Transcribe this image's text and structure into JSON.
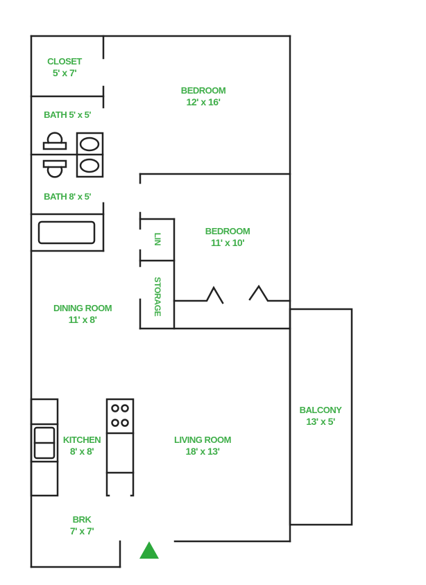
{
  "floorplan": {
    "accent_color": "#3fae49",
    "wall_color": "#222222",
    "rooms": [
      {
        "id": "closet",
        "name": "CLOSET",
        "dims": "5' x 7'"
      },
      {
        "id": "bedroom1",
        "name": "BEDROOM",
        "dims": "12' x 16'"
      },
      {
        "id": "bath1",
        "name": "BATH 5' x 5'"
      },
      {
        "id": "bath2",
        "name": "BATH 8' x 5'"
      },
      {
        "id": "bedroom2",
        "name": "BEDROOM",
        "dims": "11' x 10'"
      },
      {
        "id": "linen",
        "name": "LIN"
      },
      {
        "id": "storage",
        "name": "STORAGE"
      },
      {
        "id": "dining",
        "name": "DINING ROOM",
        "dims": "11' x 8'"
      },
      {
        "id": "balcony",
        "name": "BALCONY",
        "dims": "13' x 5'"
      },
      {
        "id": "kitchen",
        "name": "KITCHEN",
        "dims": "8' x 8'"
      },
      {
        "id": "living",
        "name": "LIVING ROOM",
        "dims": "18' x 13'"
      },
      {
        "id": "breakfast",
        "name": "BRK",
        "dims": "7' x 7'"
      }
    ],
    "entry_marker": "entrance-triangle"
  }
}
